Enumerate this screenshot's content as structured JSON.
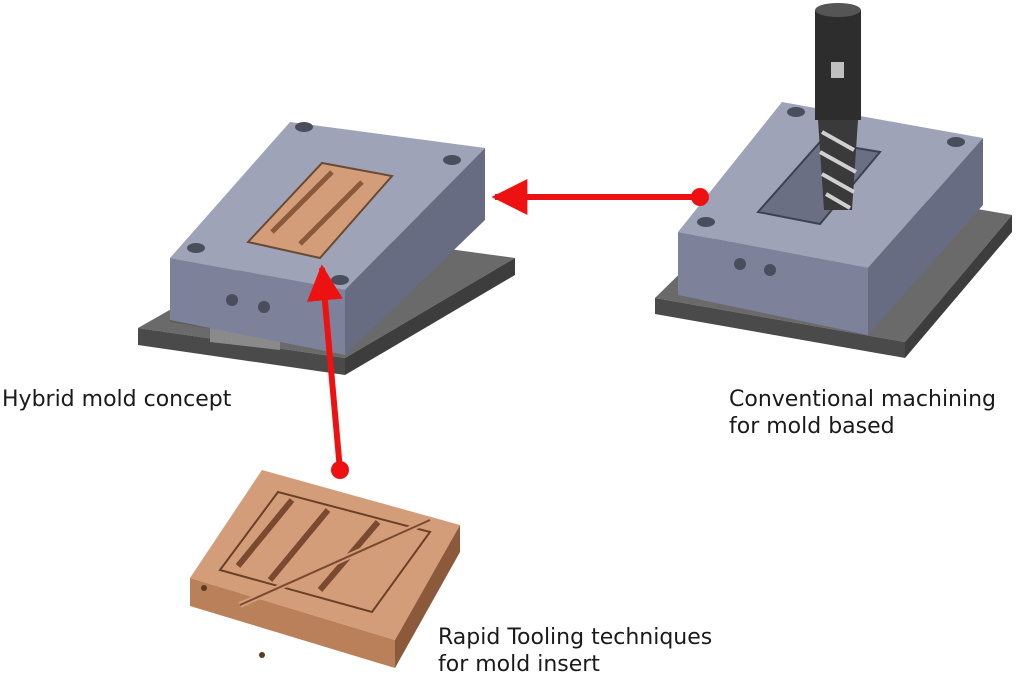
{
  "labels": {
    "hybrid": "Hybrid mold concept",
    "conventional_line1": "Conventional machining",
    "conventional_line2": "for mold based",
    "rapid_line1": "Rapid Tooling techniques",
    "rapid_line2": "for mold insert"
  },
  "colors": {
    "arrow": "#ee1111",
    "mold_block_top": "#9ea3b8",
    "mold_block_front": "#7d8199",
    "mold_block_side": "#686c83",
    "base_plate": "#545454",
    "insert_copper": "#b9805a",
    "insert_copper_top": "#d49d7a"
  },
  "icons": {
    "end_mill": "end-mill-cutter-icon"
  }
}
